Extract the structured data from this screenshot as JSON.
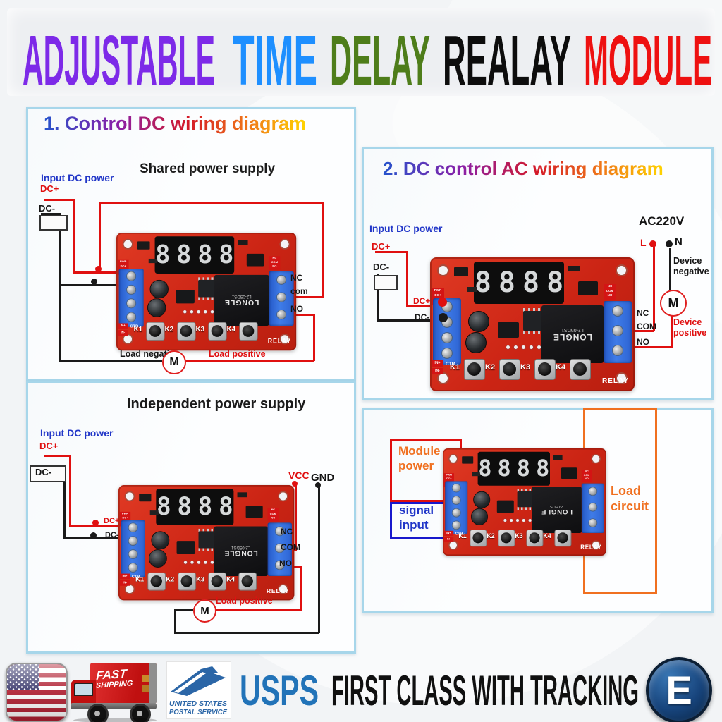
{
  "colors": {
    "wire_red": "#e01010",
    "wire_black": "#1a1a1a",
    "panel_border": "#a7d6ea",
    "pcb_red": "#d92b1a",
    "accent_orange": "#f07020",
    "accent_blue": "#2136c8",
    "usps_blue": "#2273b8",
    "banner_purple": "#7d2ae8",
    "banner_blue": "#1e8fff",
    "banner_green": "#4e7d1a",
    "banner_black": "#0d0d0d",
    "banner_red": "#ee1111"
  },
  "banner": {
    "words": [
      {
        "text": "ADJUSTABLE",
        "color": "#7d2ae8"
      },
      {
        "text": "TIME",
        "color": "#1e8fff"
      },
      {
        "text": "DELAY",
        "color": "#4e7d1a"
      },
      {
        "text": "REALAY",
        "color": "#0d0d0d"
      },
      {
        "text": "MODULE",
        "color": "#ee1111"
      }
    ]
  },
  "panel1": {
    "title": "1. Control DC wiring diagram",
    "subtitle": "Shared power supply",
    "input_dc_power": "Input DC power",
    "dc_plus": "DC+",
    "dc_minus": "DC-",
    "nc": "NC",
    "com": "com",
    "no": "NO",
    "load_negative": "Load negative",
    "load_positive": "Load positive",
    "motor": "M"
  },
  "panel2": {
    "title": "2. DC control AC wiring diagram",
    "input_dc_power": "Input DC power",
    "dc_plus": "DC+",
    "dc_minus": "DC-",
    "dc_plus_terminal": "DC+",
    "dc_minus_terminal": "DC-",
    "ac_voltage": "AC220V",
    "line": "L",
    "neutral": "N",
    "device_negative": "Device negative",
    "device_positive": "Device positive",
    "nc": "NC",
    "com": "COM",
    "no": "NO",
    "motor": "M"
  },
  "panel3": {
    "title": "Independent power supply",
    "input_dc_power": "Input DC power",
    "dc_plus": "DC+",
    "dc_minus": "DC-",
    "dc_plus_terminal": "DC+",
    "dc_minus_terminal": "DC-",
    "vcc": "VCC",
    "gnd": "GND",
    "nc": "NC",
    "com": "COM",
    "no": "NO",
    "load_positive": "Load positive",
    "motor": "M"
  },
  "panel4": {
    "module_power": "Module power",
    "signal_input": "signal input",
    "load_circuit": "Load circuit"
  },
  "module": {
    "display_digits": "8888",
    "buttons": [
      "K1",
      "K2",
      "K3",
      "K4"
    ],
    "relay_brand": "LONGLE",
    "relay_model": "L2-05DS1",
    "relay_label": "RELAY",
    "silk_left": [
      "PWR",
      "DC+",
      "DC-"
    ],
    "silk_right": [
      "NC",
      "COM",
      "NO"
    ],
    "silk_in_plus": "IN+",
    "silk_in_minus": "IN-",
    "silk_ctr": "CTR"
  },
  "footer": {
    "usps": "USPS",
    "tracking_text": "FIRST CLASS WITH TRACKING",
    "truck_line1": "FAST",
    "truck_line2": "SHIPPING",
    "usps_logo_line1": "UNITED STATES",
    "usps_logo_line2": "POSTAL SERVICE",
    "marketplace_letter": "E"
  }
}
